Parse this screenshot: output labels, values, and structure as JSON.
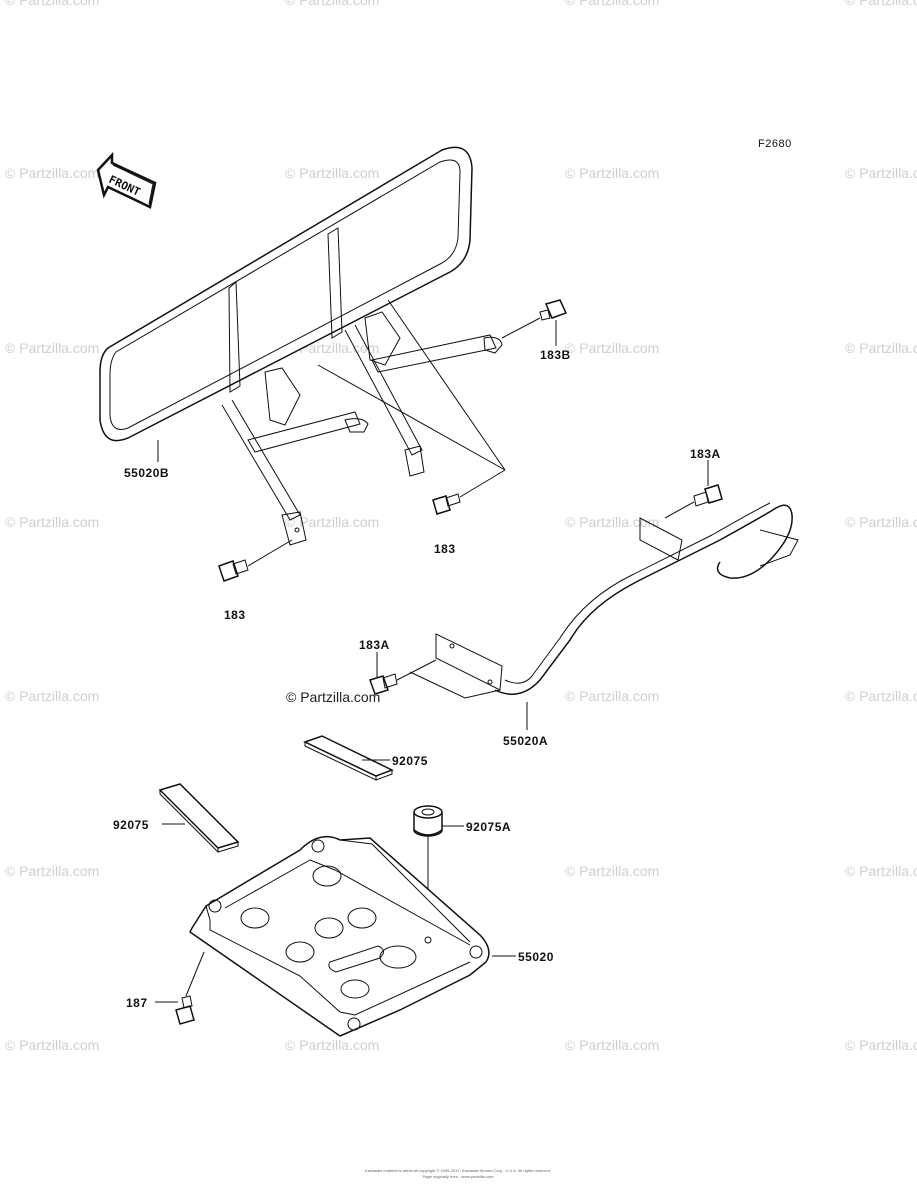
{
  "diagram": {
    "code": "F2680",
    "front_label": "FRONT",
    "watermark": "© Partzilla.com",
    "center_watermark": "© Partzilla.com",
    "copyright_line1": "Kawasaki material is within all copyright © 1995-2017, Kawasaki Motors Corp., U.S.A. All rights reserved.",
    "copyright_line2": "Page originally from - www.partzilla.com"
  },
  "parts": {
    "p55020B": "55020B",
    "p183B": "183B",
    "p183_upper": "183",
    "p183_lower": "183",
    "p183A_right": "183A",
    "p183A_left": "183A",
    "p55020A": "55020A",
    "p92075_top": "92075",
    "p92075_left": "92075",
    "p92075A": "92075A",
    "p55020": "55020",
    "p187": "187"
  }
}
